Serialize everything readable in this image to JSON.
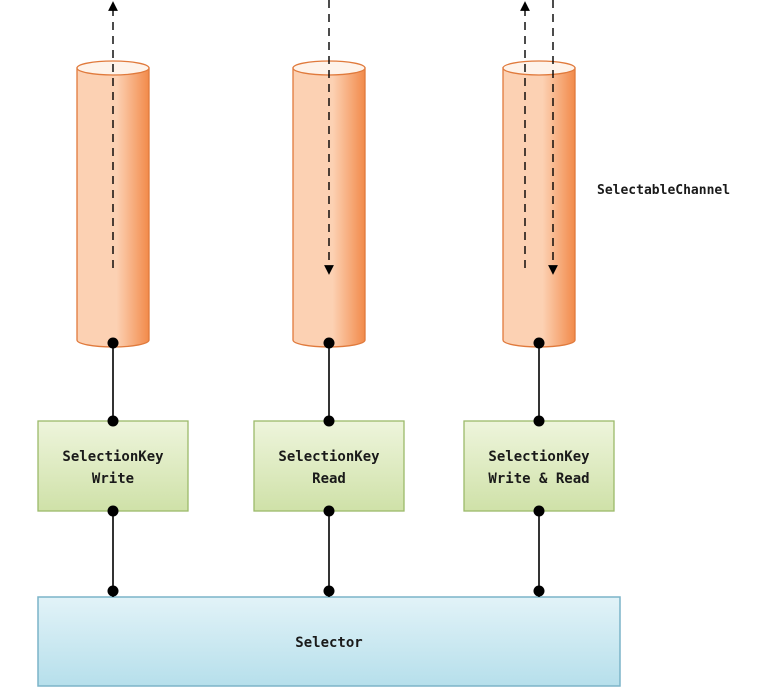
{
  "diagram": {
    "channel_label": "SelectableChannel",
    "selector_label": "Selector",
    "keys": [
      {
        "line1": "SelectionKey",
        "line2": "Write"
      },
      {
        "line1": "SelectionKey",
        "line2": "Read"
      },
      {
        "line1": "SelectionKey",
        "line2": "Write & Read"
      }
    ],
    "channels": [
      {
        "arrows": [
          "up"
        ]
      },
      {
        "arrows": [
          "down"
        ]
      },
      {
        "arrows": [
          "up",
          "down"
        ]
      }
    ]
  },
  "colors": {
    "cylinder_fill_top": "#fef3ea",
    "cylinder_fill_light": "#fcd1b3",
    "cylinder_fill_dark": "#f28a4a",
    "cylinder_stroke": "#e07a3c",
    "key_fill_top": "#eef5dc",
    "key_fill_bottom": "#cfe1a8",
    "key_stroke": "#9cba6a",
    "selector_fill_top": "#e2f3f8",
    "selector_fill_bottom": "#b6dfeb",
    "selector_stroke": "#7bb4c8",
    "line": "#000000"
  }
}
